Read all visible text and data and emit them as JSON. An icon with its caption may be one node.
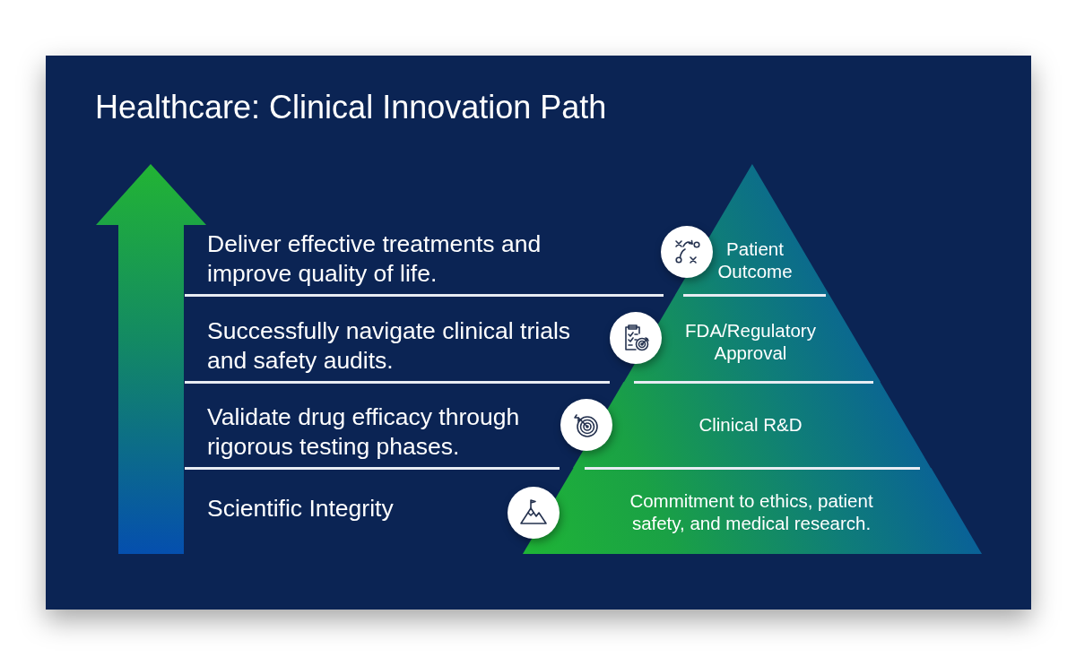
{
  "diagram": {
    "title": "Healthcare: Clinical Innovation Path",
    "nodes": [
      {
        "text": [
          "Patient Outcome"
        ]
      },
      {
        "text": [
          "FDA/Regulatory Approval"
        ]
      },
      {
        "text": [
          "Clinical R&D"
        ]
      },
      {
        "text": [
          "Commitment to ethics, patient safety, and medical research."
        ]
      }
    ],
    "labels": [
      "Deliver effective treatments and improve quality of life.",
      "Successfully navigate clinical trials and safety audits.",
      "Validate drug efficacy through rigorous testing phases.",
      "Scientific Integrity"
    ]
  }
}
